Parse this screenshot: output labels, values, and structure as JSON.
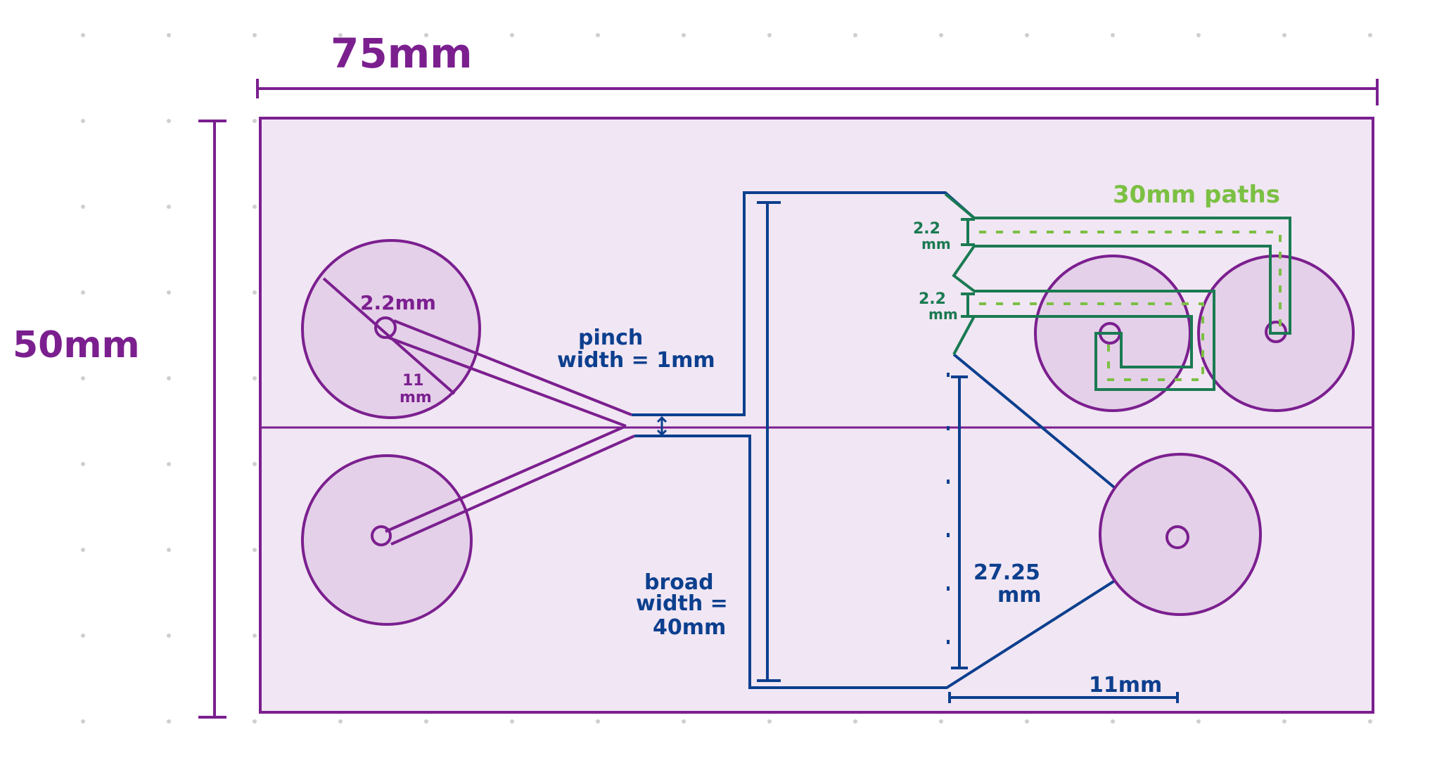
{
  "canvas": {
    "background": "#ffffff",
    "dot_color": "#cfcfcf"
  },
  "colors": {
    "purple": "#7b1f8f",
    "chip_fill": "#f1e6f3",
    "well_fill": "#e4d0e8",
    "blue": "#0c3f8e",
    "green": "#1a7a52",
    "light_green": "#7bc043"
  },
  "labels": {
    "width_dim": "75mm",
    "height_dim": "50mm",
    "port_diameter": "2.2mm",
    "well_diameter_num": "11",
    "well_diameter_unit": "mm",
    "pinch_line1": "pinch",
    "pinch_line2": "width = 1mm",
    "broad_line1": "broad",
    "broad_line2": "width =",
    "broad_line3": "40mm",
    "length_num": "27.25",
    "length_unit": "mm",
    "bottom_dim": "11mm",
    "paths_label": "30mm paths",
    "green_dim1_num": "2.2",
    "green_dim1_unit": "mm",
    "green_dim2_num": "2.2",
    "green_dim2_unit": "mm"
  },
  "icons": {
    "port": "port-circle-icon",
    "dimension": "dimension-arrow-icon"
  }
}
